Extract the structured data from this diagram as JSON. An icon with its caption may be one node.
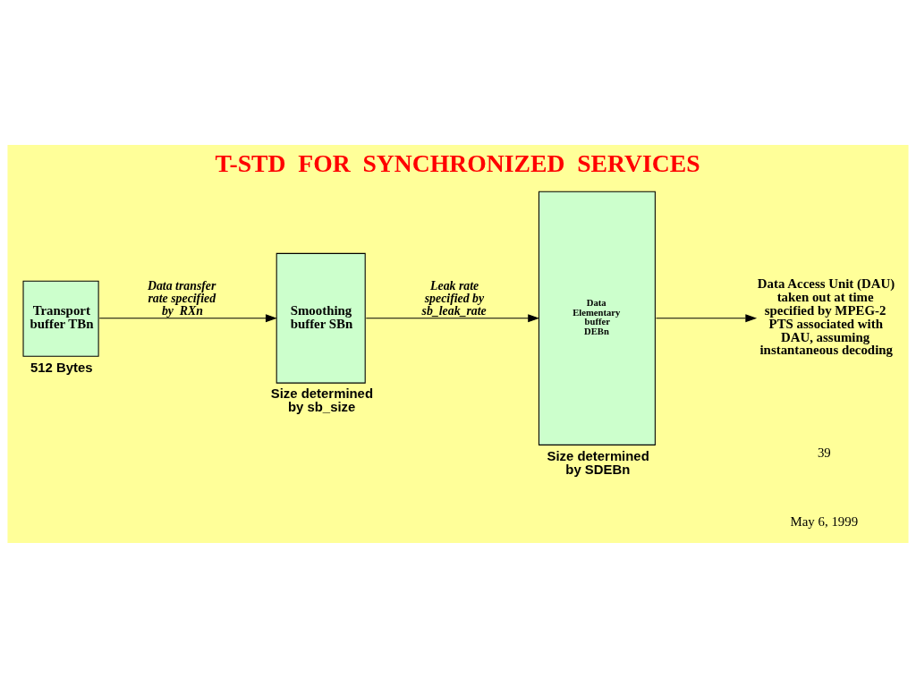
{
  "diagram": {
    "title": "T-STD  FOR  SYNCHRONIZED  SERVICES",
    "nodes": [
      {
        "text": [
          "Transport buffer TBn"
        ],
        "beside": [
          "512 Bytes"
        ]
      },
      {
        "text": [
          "Smoothing buffer SBn"
        ],
        "beside": [
          "Size determined by sb_size"
        ]
      },
      {
        "text": [
          "Data Elementary buffer DEBn"
        ],
        "beside": [
          "Size determined by SDEBn"
        ]
      },
      {
        "text": [
          "Data Access Unit (DAU) taken out at time specified by MPEG-2 PTS associated with DAU, assuming instantaneous decoding"
        ]
      }
    ],
    "edges": [
      {
        "from": 0,
        "to": 1,
        "arrow": "to",
        "label": "Data transfer rate specified by  RXn"
      },
      {
        "from": 1,
        "to": 2,
        "arrow": "to",
        "label": "Leak rate specified by sb_leak_rate"
      },
      {
        "from": 2,
        "to": 3,
        "arrow": "to"
      }
    ],
    "labels": [
      "May 6, 1999",
      "39"
    ]
  }
}
